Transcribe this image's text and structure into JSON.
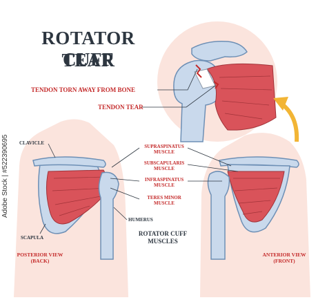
{
  "title": {
    "line1": "ROTATOR CUFF",
    "line2": "TEAR"
  },
  "callouts": {
    "torn_from_bone": "TENDON TORN AWAY FROM BONE",
    "tendon_tear": "TENDON TEAR"
  },
  "muscles": {
    "supraspinatus": [
      "SUPRASPINATUS",
      "MUSCLE"
    ],
    "subscapularis": [
      "SUBSCAPULARIS",
      "MUSCLE"
    ],
    "infraspinatus": [
      "INFRASPINATUS",
      "MUSCLE"
    ],
    "teres_minor": [
      "TERES MINOR",
      "MUSCLE"
    ]
  },
  "bones": {
    "clavicle": "CLAVICLE",
    "scapula": "SCAPULA",
    "humerus": "HUMERUS"
  },
  "group_label": [
    "ROTATOR CUFF",
    "MUSCLES"
  ],
  "views": {
    "posterior": [
      "POSTERIOR VIEW",
      "(BACK)"
    ],
    "anterior": [
      "ANTERIOR VIEW",
      "(FRONT)"
    ]
  },
  "watermark": "Adobe Stock | #522390695",
  "colors": {
    "accent_red": "#c42a2a",
    "muscle": "#d9535a",
    "bone": "#c9d9ec",
    "skin": "#fbe4dd",
    "arrow": "#f2b535"
  }
}
